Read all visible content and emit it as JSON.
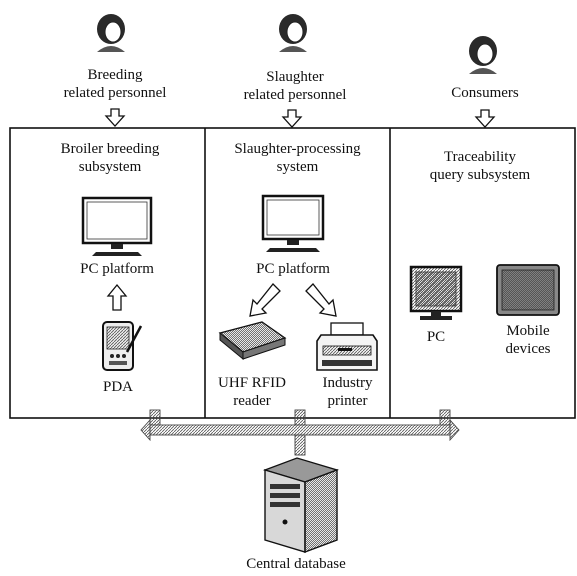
{
  "actors": {
    "breeding": {
      "line1": "Breeding",
      "line2": "related personnel"
    },
    "slaughter": {
      "line1": "Slaughter",
      "line2": "related personnel"
    },
    "consumers": {
      "label": "Consumers"
    }
  },
  "subsystems": {
    "breeding": {
      "title_line1": "Broiler breeding",
      "title_line2": "subsystem",
      "platform": "PC platform",
      "device": "PDA"
    },
    "slaughter": {
      "title_line1": "Slaughter-processing",
      "title_line2": "system",
      "platform": "PC platform",
      "reader_line1": "UHF RFID",
      "reader_line2": "reader",
      "printer_line1": "Industry",
      "printer_line2": "printer"
    },
    "traceability": {
      "title_line1": "Traceability",
      "title_line2": "query subsystem",
      "pc": "PC",
      "mobile_line1": "Mobile",
      "mobile_line2": "devices"
    }
  },
  "database": {
    "label": "Central database"
  },
  "icons": [
    "person-icon",
    "monitor-icon",
    "pda-icon",
    "rfid-reader-icon",
    "printer-icon",
    "server-icon",
    "tablet-icon"
  ]
}
